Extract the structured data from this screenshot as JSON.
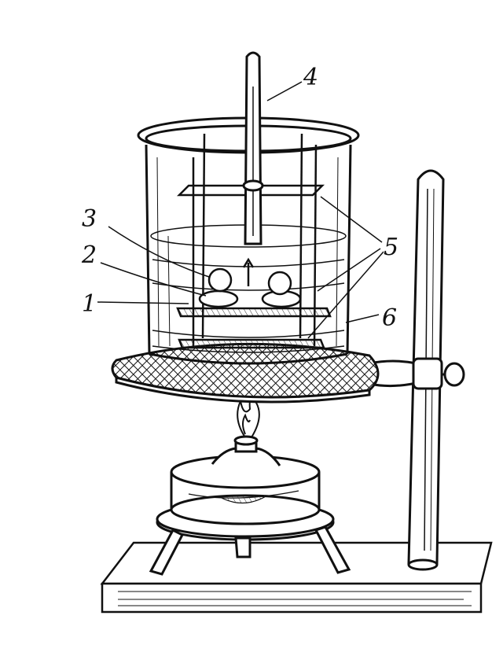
{
  "figure": {
    "labels": [
      {
        "id": "1",
        "text": "1"
      },
      {
        "id": "2",
        "text": "2"
      },
      {
        "id": "3",
        "text": "3"
      },
      {
        "id": "4",
        "text": "4"
      },
      {
        "id": "5",
        "text": "5"
      },
      {
        "id": "6",
        "text": "6"
      }
    ]
  },
  "colors": {
    "ink": "#111111",
    "paper": "#ffffff",
    "water": "#d9d9d9"
  }
}
